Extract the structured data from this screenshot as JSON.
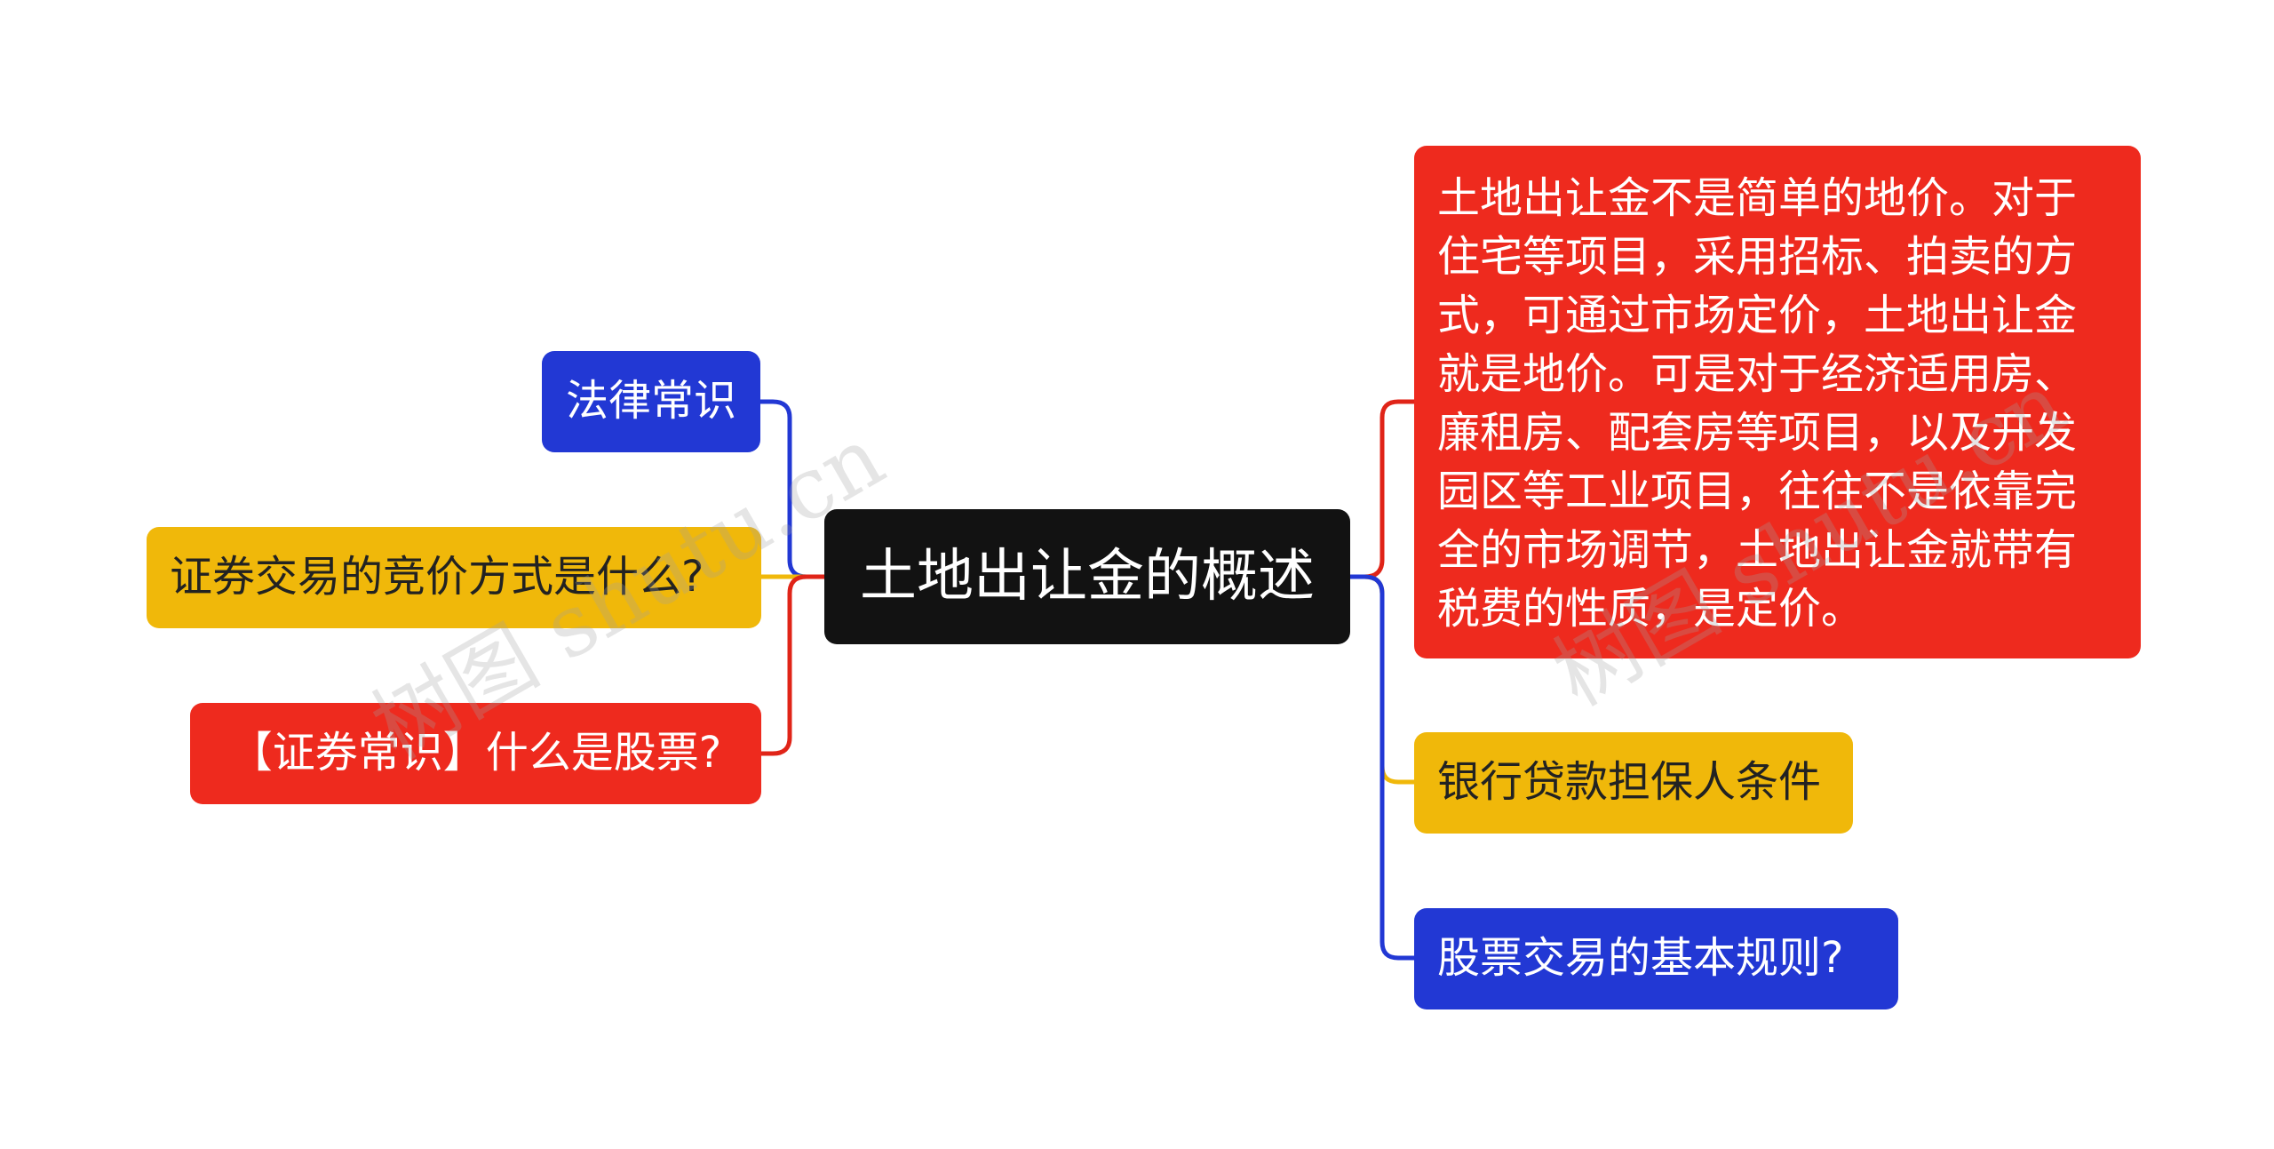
{
  "mindmap": {
    "center": {
      "label": "土地出让金的概述",
      "bg": "#121212",
      "fg": "#ffffff"
    },
    "left": [
      {
        "id": "legal",
        "label": "法律常识",
        "bg": "#2238d4",
        "fg": "#ffffff",
        "line": "#2238d4"
      },
      {
        "id": "bidding",
        "label": "证券交易的竞价方式是什么?",
        "bg": "#f0b80a",
        "fg": "#222222",
        "line": "#f0b80a"
      },
      {
        "id": "stock",
        "label": "【证券常识】什么是股票?",
        "bg": "#ee2a1e",
        "fg": "#ffffff",
        "line": "#e02418"
      }
    ],
    "right": [
      {
        "id": "land",
        "label": "土地出让金不是简单的地价。对于住宅等项目，采用招标、拍卖的方式，可通过市场定价，土地出让金就是地价。可是对于经济适用房、廉租房、配套房等项目，以及开发园区等工业项目，往往不是依靠完全的市场调节，土地出让金就带有税费的性质，是定价。",
        "bg": "#ee2a1e",
        "fg": "#ffffff",
        "line": "#e02418"
      },
      {
        "id": "bank",
        "label": "银行贷款担保人条件",
        "bg": "#f0b80a",
        "fg": "#222222",
        "line": "#f0b80a"
      },
      {
        "id": "rules",
        "label": "股票交易的基本规则?",
        "bg": "#2238d4",
        "fg": "#ffffff",
        "line": "#2238d4"
      }
    ],
    "watermark": "树图 shutu.cn"
  }
}
